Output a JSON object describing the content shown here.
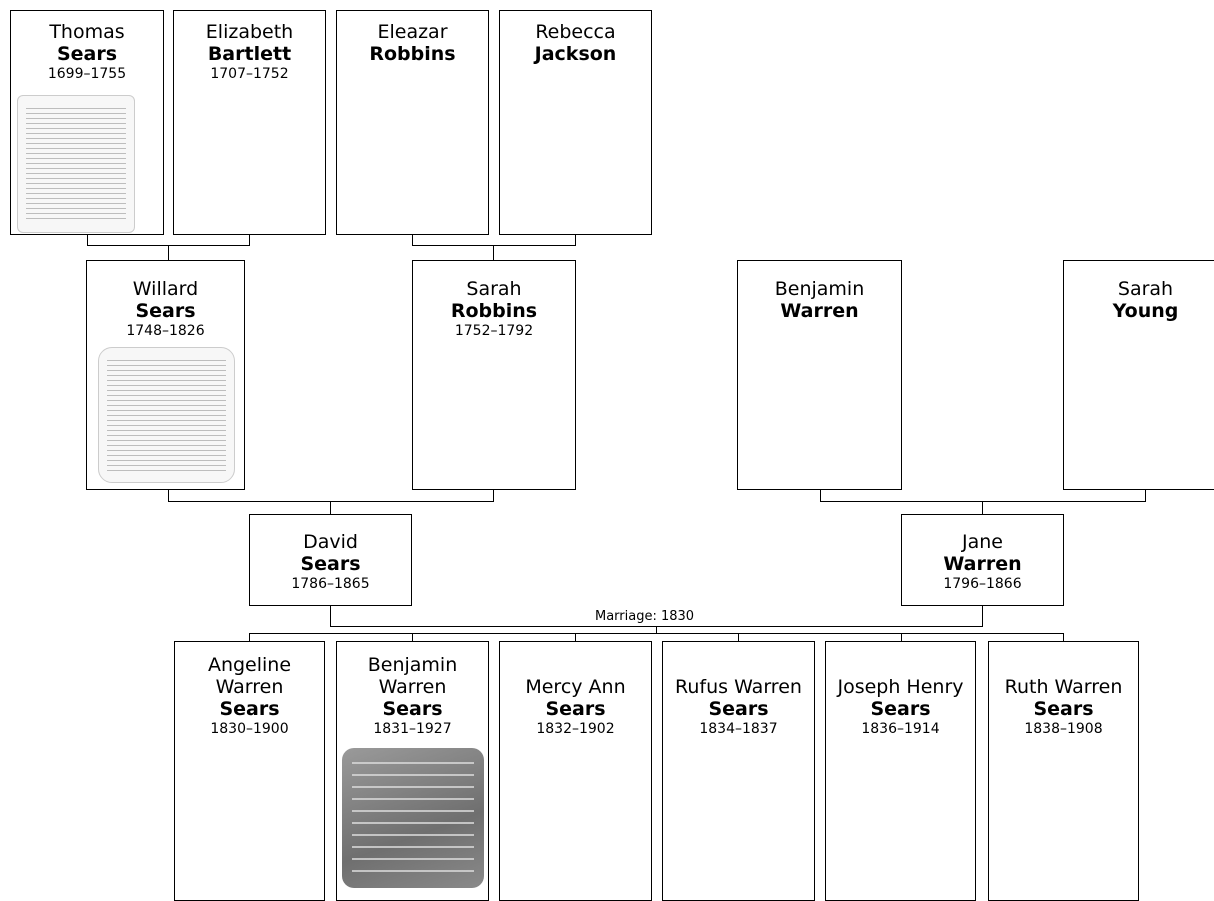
{
  "people": {
    "thomas": {
      "given": "Thomas",
      "surname": "Sears",
      "dates": "1699–1755"
    },
    "elizabeth": {
      "given": "Elizabeth",
      "surname": "Bartlett",
      "dates": "1707–1752"
    },
    "eleazar": {
      "given": "Eleazar",
      "surname": "Robbins",
      "dates": ""
    },
    "rebecca": {
      "given": "Rebecca",
      "surname": "Jackson",
      "dates": ""
    },
    "willard": {
      "given": "Willard",
      "surname": "Sears",
      "dates": "1748–1826"
    },
    "sarah_r": {
      "given": "Sarah",
      "surname": "Robbins",
      "dates": "1752–1792"
    },
    "benjamin_w": {
      "given": "Benjamin",
      "surname": "Warren",
      "dates": ""
    },
    "sarah_y": {
      "given": "Sarah",
      "surname": "Young",
      "dates": ""
    },
    "david": {
      "given": "David",
      "surname": "Sears",
      "dates": "1786–1865"
    },
    "jane": {
      "given": "Jane",
      "surname": "Warren",
      "dates": "1796–1866"
    }
  },
  "marriage_label": "Marriage: 1830",
  "children": [
    {
      "given": "Angeline Warren",
      "surname": "Sears",
      "dates": "1830–1900"
    },
    {
      "given": "Benjamin Warren",
      "surname": "Sears",
      "dates": "1831–1927"
    },
    {
      "given": "Mercy Ann",
      "surname": "Sears",
      "dates": "1832–1902"
    },
    {
      "given": "Rufus Warren",
      "surname": "Sears",
      "dates": "1834–1837"
    },
    {
      "given": "Joseph Henry",
      "surname": "Sears",
      "dates": "1836–1914"
    },
    {
      "given": "Ruth Warren",
      "surname": "Sears",
      "dates": "1838–1908"
    }
  ]
}
